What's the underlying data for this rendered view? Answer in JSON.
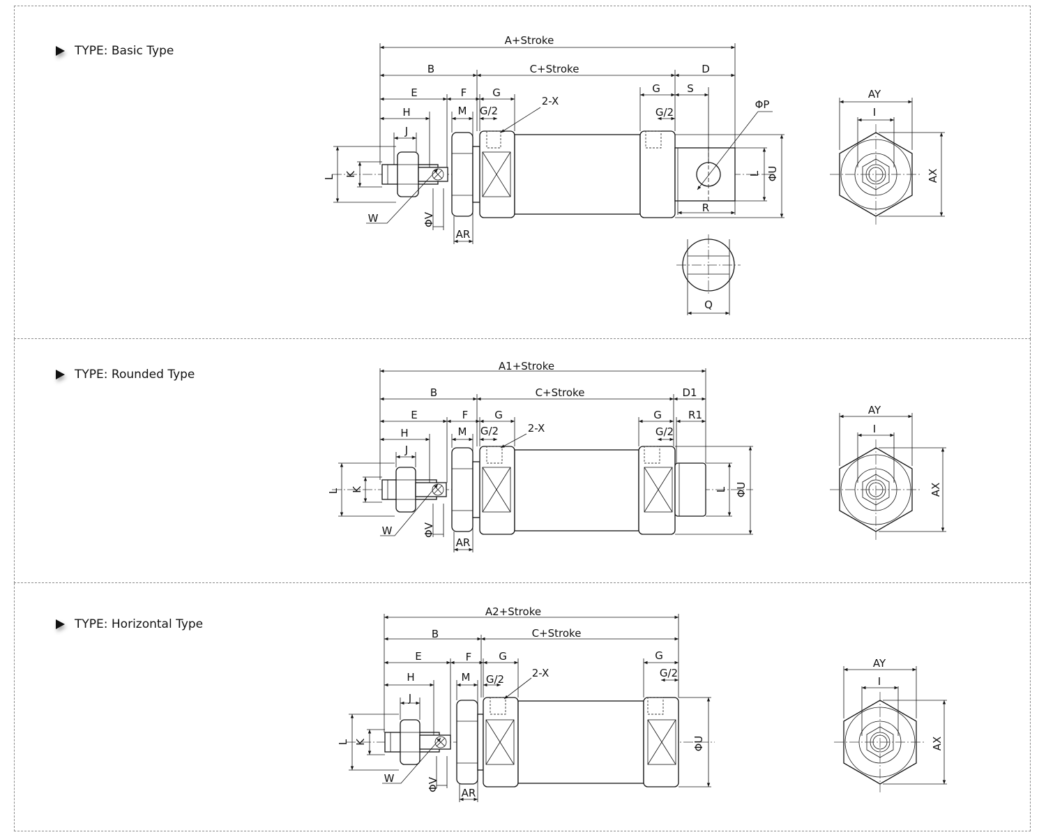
{
  "sections": [
    {
      "id": "basic",
      "title": "TYPE: Basic Type"
    },
    {
      "id": "rounded",
      "title": "TYPE: Rounded Type"
    },
    {
      "id": "horizontal",
      "title": "TYPE: Horizontal Type"
    }
  ],
  "labels": {
    "basic": {
      "overall": "A+Stroke",
      "b": "B",
      "c_stroke": "C+Stroke",
      "d": "D",
      "e": "E",
      "f": "F",
      "g_front": "G",
      "g_rear": "G",
      "s": "S",
      "h": "H",
      "m": "M",
      "g2_front": "G/2",
      "g2_rear": "G/2",
      "port": "2-X",
      "phi_p": "ΦP",
      "j": "J",
      "k": "K",
      "l_left": "L",
      "l_right": "L",
      "phi_u": "ΦU",
      "w": "W",
      "phi_v": "ΦV",
      "ar": "AR",
      "r": "R",
      "q": "Q",
      "ay": "AY",
      "i": "I",
      "ax": "AX"
    },
    "rounded": {
      "overall": "A1+Stroke",
      "b": "B",
      "c_stroke": "C+Stroke",
      "d1": "D1",
      "e": "E",
      "f": "F",
      "g_front": "G",
      "g_rear": "G",
      "r1": "R1",
      "h": "H",
      "m": "M",
      "g2_front": "G/2",
      "g2_rear": "G/2",
      "port": "2-X",
      "j": "J",
      "k": "K",
      "l_left": "L",
      "l_right": "L",
      "phi_u": "ΦU",
      "w": "W",
      "phi_v": "ΦV",
      "ar": "AR",
      "ay": "AY",
      "i": "I",
      "ax": "AX"
    },
    "horizontal": {
      "overall": "A2+Stroke",
      "b": "B",
      "c_stroke": "C+Stroke",
      "e": "E",
      "f": "F",
      "g_front": "G",
      "g_rear": "G",
      "h": "H",
      "m": "M",
      "g2_front": "G/2",
      "g2_rear": "G/2",
      "port": "2-X",
      "j": "J",
      "k": "K",
      "l_left": "L",
      "phi_u": "ΦU",
      "w": "W",
      "phi_v": "ΦV",
      "ar": "AR",
      "ay": "AY",
      "i": "I",
      "ax": "AX"
    }
  }
}
